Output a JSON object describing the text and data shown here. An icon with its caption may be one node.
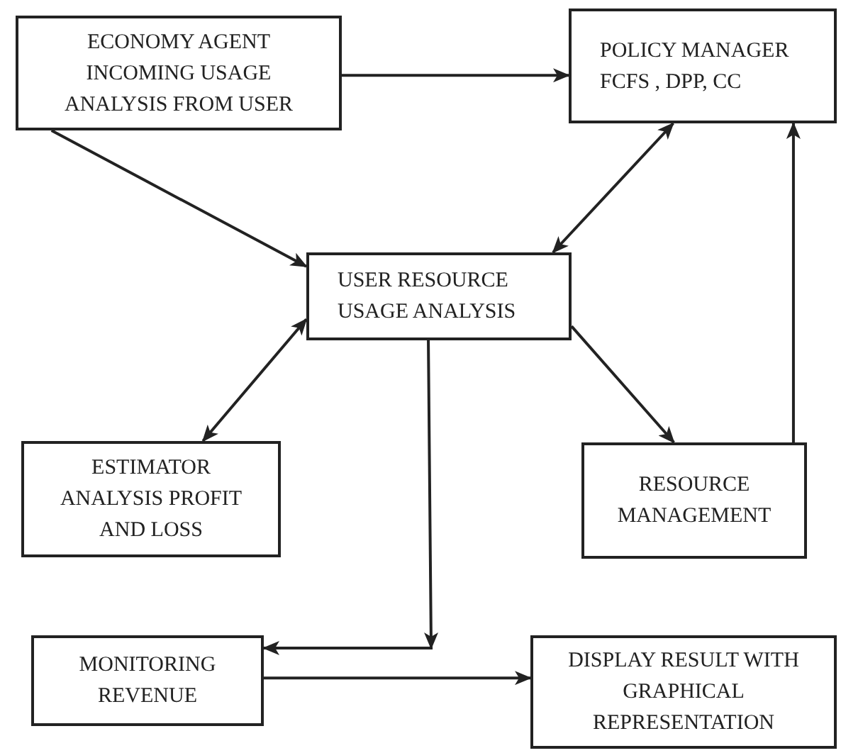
{
  "diagram": {
    "nodes": [
      {
        "text": [
          "ECONOMY AGENT INCOMING USAGE ANALYSIS FROM USER"
        ]
      },
      {
        "text": [
          "POLICY MANAGER FCFS , DPP, CC"
        ]
      },
      {
        "text": [
          "USER RESOURCE USAGE ANALYSIS"
        ]
      },
      {
        "text": [
          "ESTIMATOR ANALYSIS PROFIT AND LOSS"
        ]
      },
      {
        "text": [
          "RESOURCE MANAGEMENT"
        ]
      },
      {
        "text": [
          "MONITORING REVENUE"
        ]
      },
      {
        "text": [
          "DISPLAY RESULT WITH GRAPHICAL REPRESENTATION"
        ]
      }
    ],
    "edges": [
      {
        "from": 0,
        "to": 1,
        "arrow": "to"
      },
      {
        "from": 0,
        "to": 2,
        "arrow": "to"
      },
      {
        "from": 2,
        "to": 1,
        "arrow": "both"
      },
      {
        "from": 3,
        "to": 2,
        "arrow": "both"
      },
      {
        "from": 2,
        "to": 4,
        "arrow": "to"
      },
      {
        "from": 4,
        "to": 1,
        "arrow": "to"
      },
      {
        "from": 2,
        "to": 5,
        "arrow": "to"
      },
      {
        "from": 5,
        "to": 6,
        "arrow": "to"
      }
    ]
  }
}
